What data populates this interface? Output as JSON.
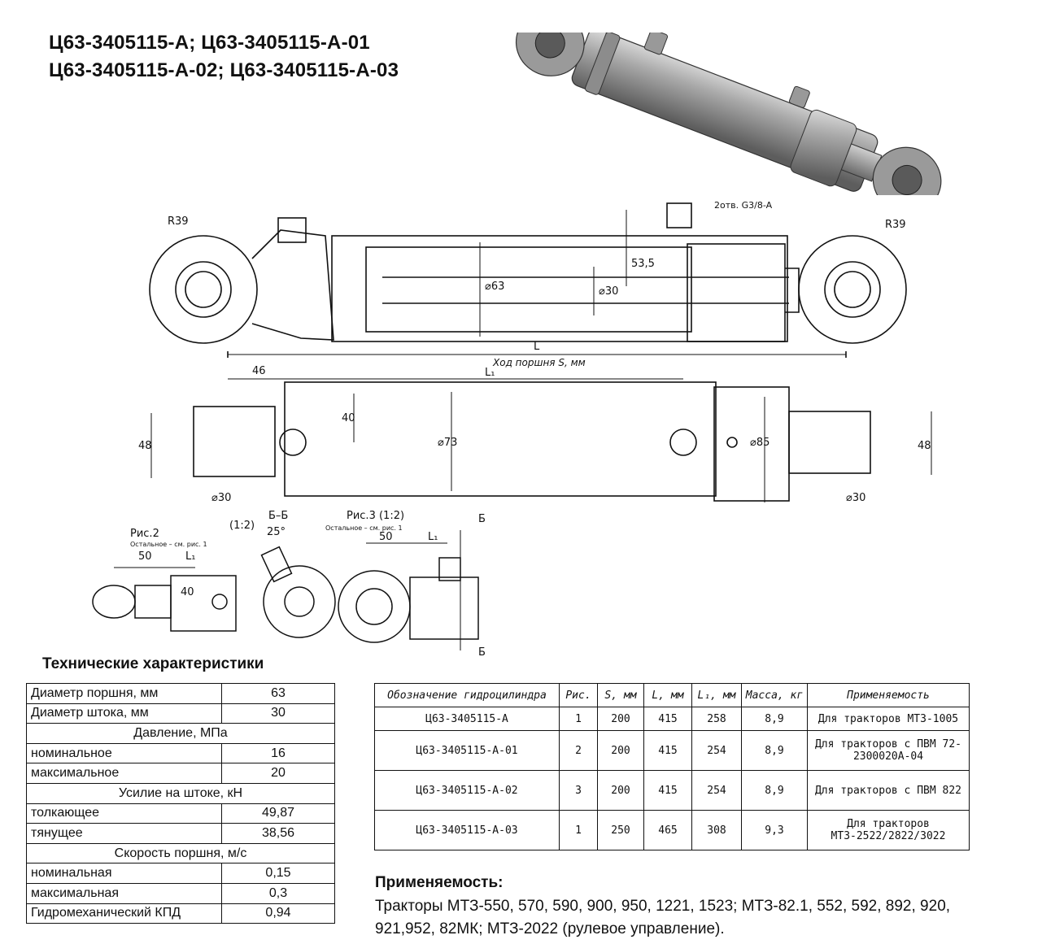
{
  "title": {
    "line1": "Ц63-3405115-А; Ц63-3405115-А-01",
    "line2": "Ц63-3405115-А-02; Ц63-3405115-А-03"
  },
  "drawing": {
    "callouts": {
      "r39_left": "R39",
      "r39_right": "R39",
      "port_label": "2отв. G3/8-A",
      "dia63": "⌀63",
      "dia30": "⌀30",
      "dim53": "53,5",
      "dim_L": "L",
      "stroke": "Ход поршня S, мм",
      "L1": "L₁",
      "dim46": "46",
      "dim40": "40",
      "dia73": "⌀73",
      "dia85": "⌀85",
      "dim48_left": "48",
      "dim48_right": "48",
      "dia30_left": "⌀30",
      "dia30_right": "⌀30"
    },
    "fig2": {
      "label": "Рис.2",
      "sub": "Остальное – см. рис. 1",
      "scale": "(1:2)",
      "dim50": "50",
      "dimL1": "L₁",
      "dim40": "40"
    },
    "section": {
      "label": "Б–Б",
      "angle": "25°"
    },
    "fig3": {
      "label": "Рис.3 (1:2)",
      "sub": "Остальное – см. рис. 1",
      "dim50": "50",
      "dimL1": "L₁",
      "cut_top": "Б",
      "cut_bottom": "Б"
    }
  },
  "tech": {
    "title": "Технические характеристики",
    "rows": [
      {
        "label": "Диаметр поршня, мм",
        "value": "63"
      },
      {
        "label": "Диаметр штока, мм",
        "value": "30"
      },
      {
        "header": "Давление, МПа"
      },
      {
        "label": "номинальное",
        "value": "16"
      },
      {
        "label": "максимальное",
        "value": "20"
      },
      {
        "header": "Усилие на штоке, кН"
      },
      {
        "label": "толкающее",
        "value": "49,87"
      },
      {
        "label": "тянущее",
        "value": "38,56"
      },
      {
        "header": "Скорость поршня, м/с"
      },
      {
        "label": "номинальная",
        "value": "0,15"
      },
      {
        "label": "максимальная",
        "value": "0,3"
      },
      {
        "label": "Гидромеханический КПД",
        "value": "0,94"
      }
    ]
  },
  "models": {
    "headers": [
      "Обозначение гидроцилиндра",
      "Рис.",
      "S, мм",
      "L, мм",
      "L₁, мм",
      "Масса, кг",
      "Применяемость"
    ],
    "rows": [
      [
        "Ц63-3405115-А",
        "1",
        "200",
        "415",
        "258",
        "8,9",
        "Для тракторов МТЗ-1005"
      ],
      [
        "Ц63-3405115-А-01",
        "2",
        "200",
        "415",
        "254",
        "8,9",
        "Для тракторов с ПВМ 72-2300020А-04"
      ],
      [
        "Ц63-3405115-А-02",
        "3",
        "200",
        "415",
        "254",
        "8,9",
        "Для тракторов с ПВМ 822"
      ],
      [
        "Ц63-3405115-А-03",
        "1",
        "250",
        "465",
        "308",
        "9,3",
        "Для тракторов МТЗ-2522/2822/3022"
      ]
    ]
  },
  "applicability": {
    "title": "Применяемость:",
    "text": "Тракторы МТЗ-550, 570, 590, 900, 950, 1221, 1523; МТЗ-82.1, 552, 592, 892, 920, 921,952, 82МК; МТЗ-2022 (рулевое управление)."
  }
}
